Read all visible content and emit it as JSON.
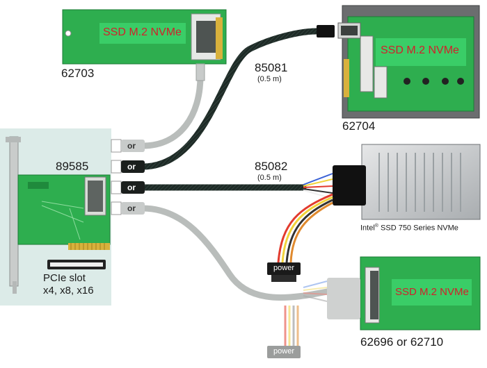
{
  "products": {
    "p62703": "62703",
    "p62704": "62704",
    "p89585": "89585",
    "p62696": "62696 or 62710",
    "intel": "Intel",
    "intel_reg": "®",
    "intel_rest": " SSD 750 Series NVMe"
  },
  "cables": {
    "c85081": "85081",
    "c85081_len": "(0.5 m)",
    "c85082": "85082",
    "c85082_len": "(0.5 m)"
  },
  "boards": {
    "ssd_label": "SSD M.2 NVMe"
  },
  "pcie": {
    "line1": "PCIe slot",
    "line2": "x4, x8, x16"
  },
  "connectors": {
    "or1": "or",
    "or2": "or",
    "or3": "or",
    "or4": "or",
    "power1": "power",
    "power2": "power"
  },
  "colors": {
    "panel_bg": "#dcebe8",
    "pcb_green": "#2eae4f",
    "cable_black": "#1e2a26",
    "cable_grey": "#b9bdbb",
    "ssd_text": "#d21f2a"
  }
}
